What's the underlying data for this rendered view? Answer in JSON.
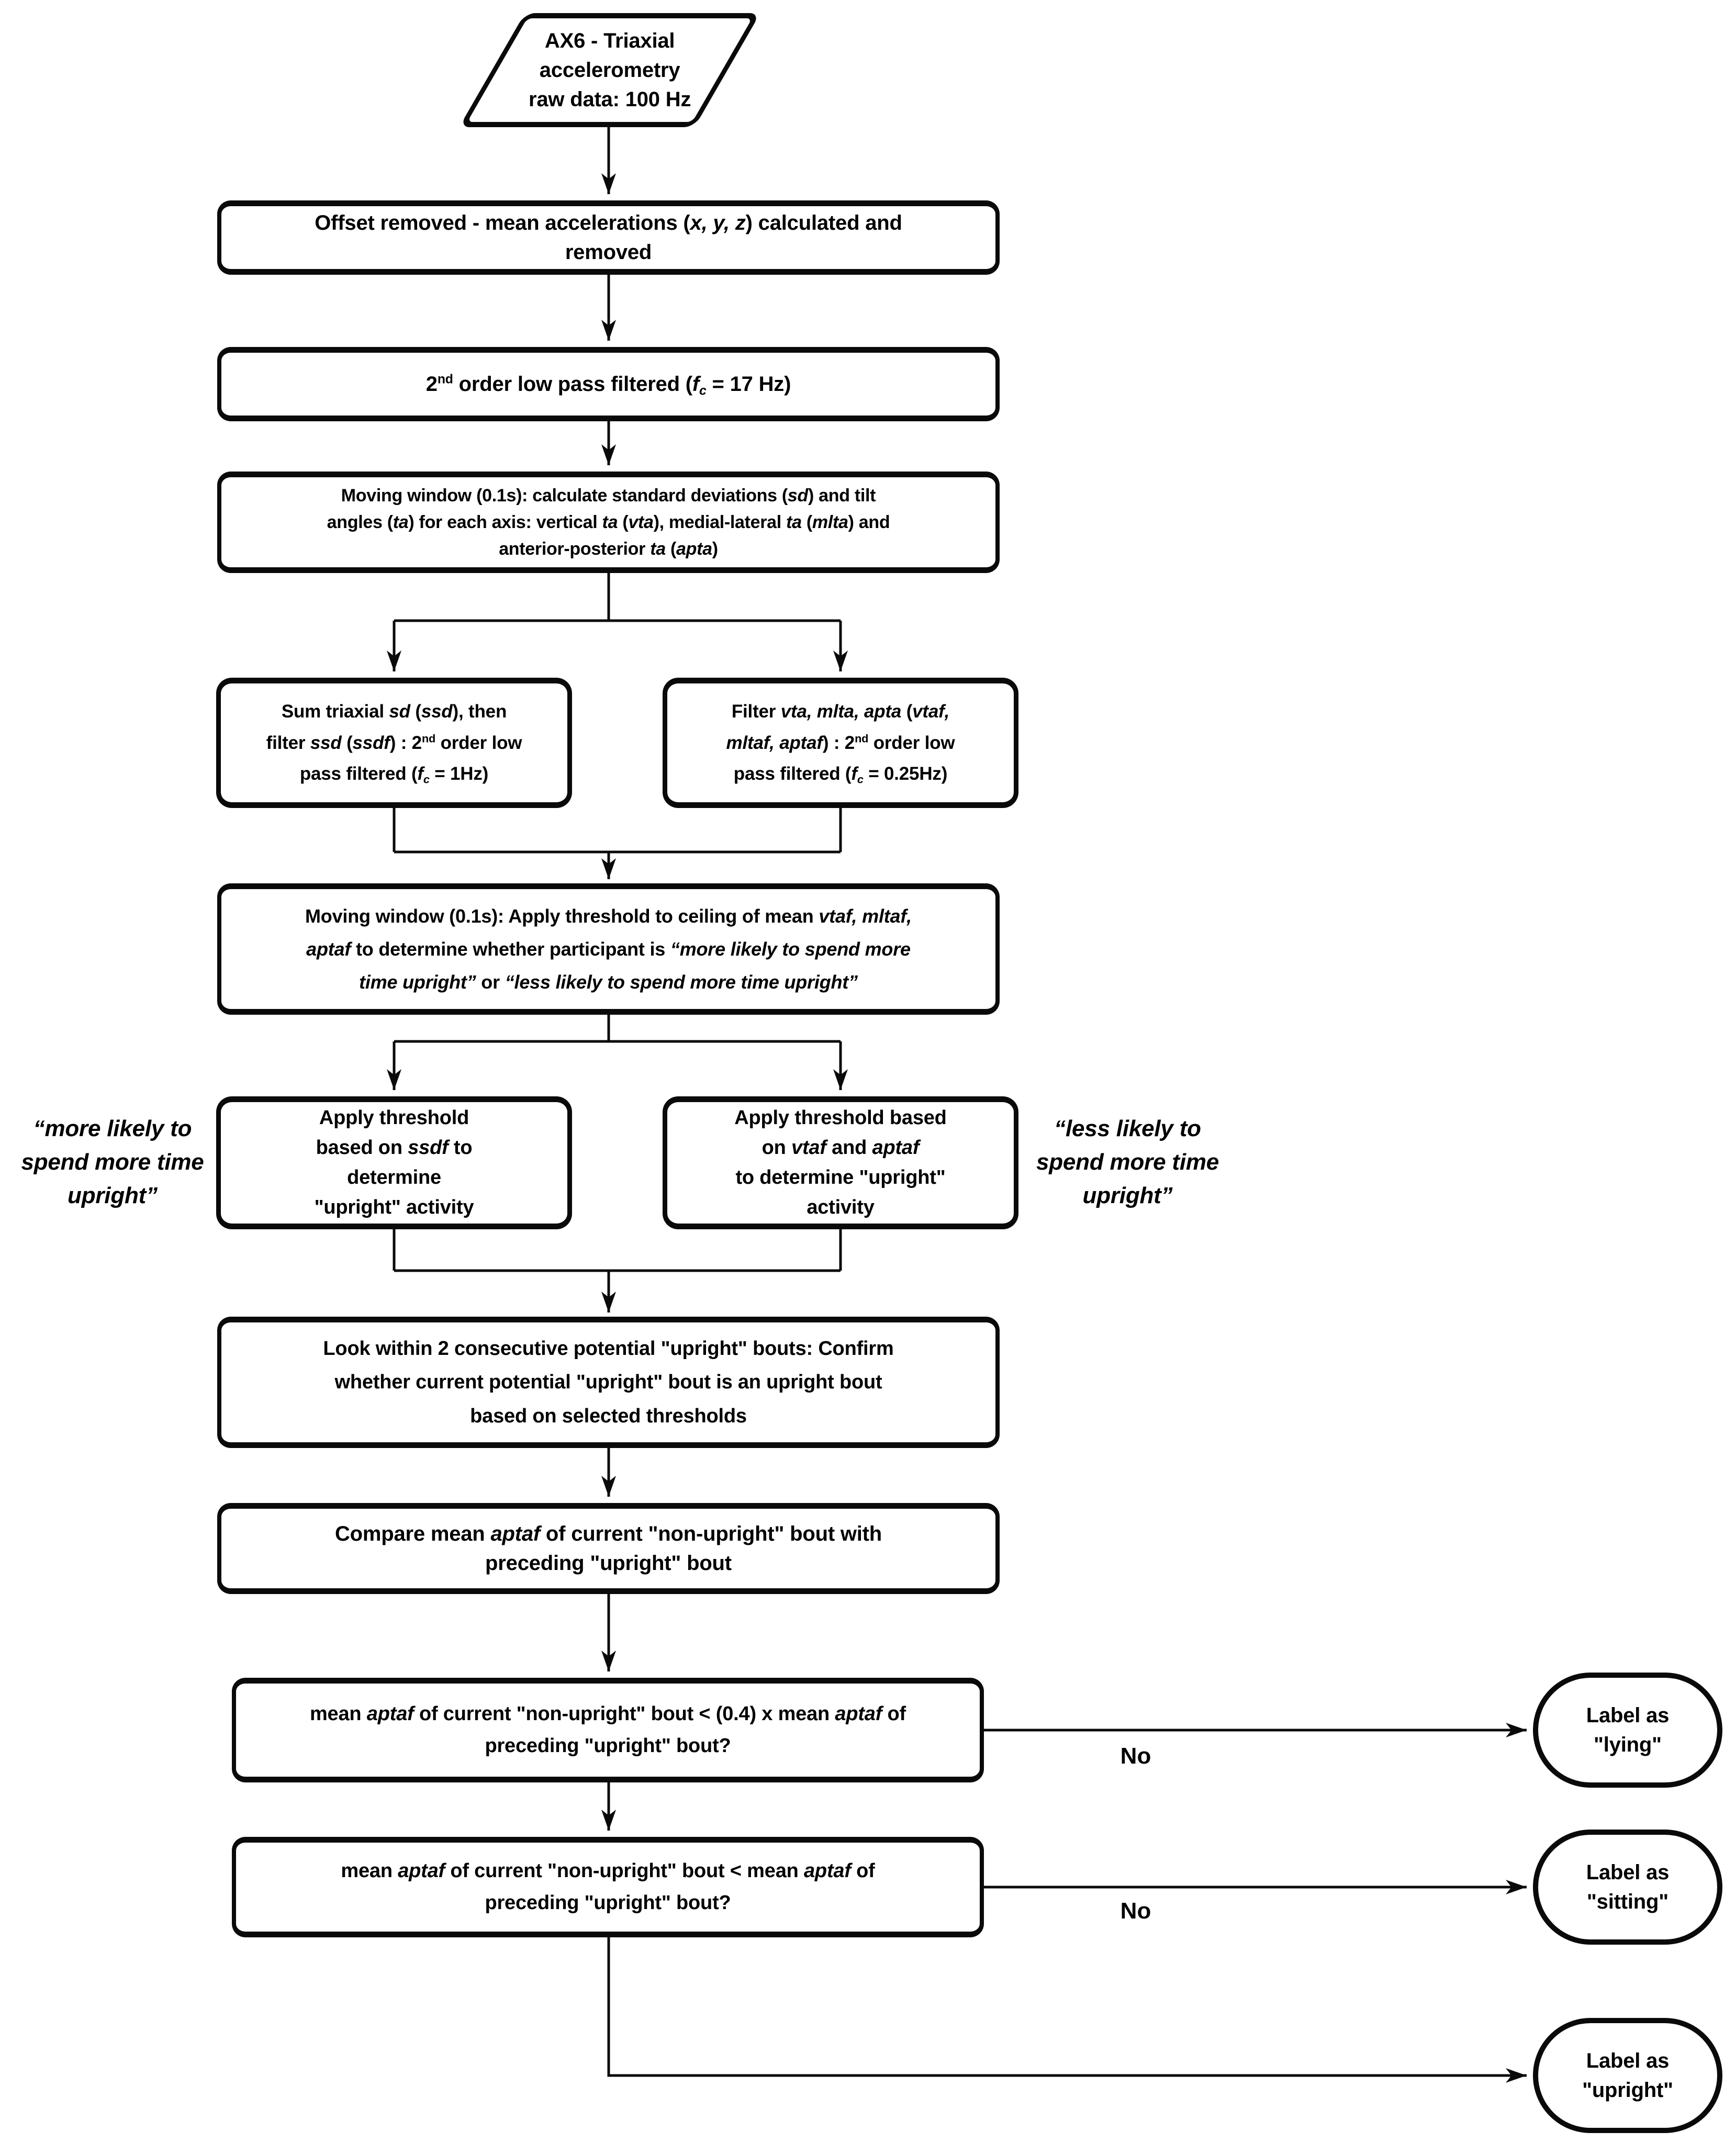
{
  "colors": {
    "ink": "#000000",
    "background": "#ffffff"
  },
  "nodes": {
    "start": {
      "segments": [
        {
          "t": "AX6 - Triaxial"
        },
        {
          "br": true
        },
        {
          "t": "accelerometry"
        },
        {
          "br": true
        },
        {
          "t": "raw data: 100 Hz"
        }
      ]
    },
    "offset_removed": {
      "segments": [
        {
          "t": "Offset removed - mean accelerations ("
        },
        {
          "t": "x, y, z",
          "s": "i"
        },
        {
          "t": ") calculated and"
        },
        {
          "br": true
        },
        {
          "t": "removed"
        }
      ]
    },
    "low_pass_17": {
      "segments": [
        {
          "t": "2"
        },
        {
          "t": "nd",
          "s": "sup"
        },
        {
          "t": " order low pass filtered ("
        },
        {
          "t": "f",
          "s": "i"
        },
        {
          "t": "c",
          "s": "isub"
        },
        {
          "t": " = 17 Hz)"
        }
      ]
    },
    "moving_window_sd_ta": {
      "segments": [
        {
          "t": "Moving window (0.1s): calculate standard deviations ("
        },
        {
          "t": "sd",
          "s": "i"
        },
        {
          "t": ") and tilt"
        },
        {
          "br": true
        },
        {
          "t": "angles ("
        },
        {
          "t": "ta",
          "s": "i"
        },
        {
          "t": ") for each axis: vertical "
        },
        {
          "t": "ta",
          "s": "i"
        },
        {
          "t": " ("
        },
        {
          "t": "vta",
          "s": "i"
        },
        {
          "t": "), medial-lateral "
        },
        {
          "t": "ta",
          "s": "i"
        },
        {
          "t": " ("
        },
        {
          "t": "mlta",
          "s": "i"
        },
        {
          "t": ") and"
        },
        {
          "br": true
        },
        {
          "t": "anterior-posterior "
        },
        {
          "t": "ta",
          "s": "i"
        },
        {
          "t": " ("
        },
        {
          "t": "apta",
          "s": "i"
        },
        {
          "t": ")"
        }
      ]
    },
    "sum_ssd": {
      "segments": [
        {
          "t": "Sum triaxial "
        },
        {
          "t": "sd",
          "s": "i"
        },
        {
          "t": " ("
        },
        {
          "t": "ssd",
          "s": "i"
        },
        {
          "t": "), then"
        },
        {
          "br": true
        },
        {
          "t": "filter "
        },
        {
          "t": "ssd",
          "s": "i"
        },
        {
          "t": " ("
        },
        {
          "t": "ssdf",
          "s": "i"
        },
        {
          "t": ") : 2"
        },
        {
          "t": "nd",
          "s": "sup"
        },
        {
          "t": " order low"
        },
        {
          "br": true
        },
        {
          "t": "pass filtered ("
        },
        {
          "t": "f",
          "s": "i"
        },
        {
          "t": "c",
          "s": "isub"
        },
        {
          "t": " = 1Hz)"
        }
      ]
    },
    "filter_ta": {
      "segments": [
        {
          "t": "Filter "
        },
        {
          "t": "vta, mlta, apta",
          "s": "i"
        },
        {
          "t": " ("
        },
        {
          "t": "vtaf,",
          "s": "i"
        },
        {
          "br": true
        },
        {
          "t": "mltaf, aptaf",
          "s": "i"
        },
        {
          "t": ") : 2"
        },
        {
          "t": "nd",
          "s": "sup"
        },
        {
          "t": " order low"
        },
        {
          "br": true
        },
        {
          "t": "pass filtered ("
        },
        {
          "t": "f",
          "s": "i"
        },
        {
          "t": "c",
          "s": "isub"
        },
        {
          "t": " = 0.25Hz)"
        }
      ]
    },
    "moving_window_threshold": {
      "segments": [
        {
          "t": "Moving window (0.1s): Apply threshold to ceiling of mean "
        },
        {
          "t": "vtaf, mltaf,",
          "s": "i"
        },
        {
          "br": true
        },
        {
          "t": "aptaf",
          "s": "i"
        },
        {
          "t": " to determine whether participant is "
        },
        {
          "t": "“more likely to spend more",
          "s": "i"
        },
        {
          "br": true
        },
        {
          "t": "time upright”",
          "s": "i"
        },
        {
          "t": " or  "
        },
        {
          "t": "“less likely to spend more time upright”",
          "s": "i"
        }
      ]
    },
    "apply_ssdf": {
      "segments": [
        {
          "t": "Apply threshold"
        },
        {
          "br": true
        },
        {
          "t": "based on "
        },
        {
          "t": "ssdf",
          "s": "i"
        },
        {
          "t": " to"
        },
        {
          "br": true
        },
        {
          "t": "determine"
        },
        {
          "br": true
        },
        {
          "t": "\"upright\" activity"
        }
      ]
    },
    "apply_vtaf_aptaf": {
      "segments": [
        {
          "t": "Apply threshold based"
        },
        {
          "br": true
        },
        {
          "t": "on "
        },
        {
          "t": "vtaf",
          "s": "i"
        },
        {
          "t": " and "
        },
        {
          "t": "aptaf",
          "s": "i"
        },
        {
          "br": true
        },
        {
          "t": "to determine \"upright\""
        },
        {
          "br": true
        },
        {
          "t": "activity"
        }
      ]
    },
    "side_more_likely": {
      "segments": [
        {
          "t": "“more likely to"
        },
        {
          "br": true
        },
        {
          "t": "spend more time"
        },
        {
          "br": true
        },
        {
          "t": "upright”"
        }
      ]
    },
    "side_less_likely": {
      "segments": [
        {
          "t": "“less likely to"
        },
        {
          "br": true
        },
        {
          "t": "spend more time"
        },
        {
          "br": true
        },
        {
          "t": "upright”"
        }
      ]
    },
    "confirm_bouts": {
      "segments": [
        {
          "t": "Look within 2 consecutive potential \"upright\" bouts: Confirm"
        },
        {
          "br": true
        },
        {
          "t": "whether current potential \"upright\" bout is an upright bout"
        },
        {
          "br": true
        },
        {
          "t": "based on selected thresholds"
        }
      ]
    },
    "compare_aptaf": {
      "segments": [
        {
          "t": "Compare mean "
        },
        {
          "t": "aptaf",
          "s": "i"
        },
        {
          "t": " of current \"non-upright\" bout with"
        },
        {
          "br": true
        },
        {
          "t": "preceding \"upright\" bout"
        }
      ]
    },
    "decision_04x": {
      "segments": [
        {
          "t": "mean "
        },
        {
          "t": "aptaf",
          "s": "i"
        },
        {
          "t": " of current \"non-upright\" bout < (0.4) x  mean "
        },
        {
          "t": "aptaf",
          "s": "i"
        },
        {
          "t": " of"
        },
        {
          "br": true
        },
        {
          "t": "preceding \"upright\" bout?"
        }
      ]
    },
    "decision_mean": {
      "segments": [
        {
          "t": "mean "
        },
        {
          "t": "aptaf",
          "s": "i"
        },
        {
          "t": " of current \"non-upright\" bout < mean "
        },
        {
          "t": "aptaf",
          "s": "i"
        },
        {
          "t": " of"
        },
        {
          "br": true
        },
        {
          "t": "preceding \"upright\" bout?"
        }
      ]
    },
    "label_lying": {
      "segments": [
        {
          "t": "Label as"
        },
        {
          "br": true
        },
        {
          "t": "\"lying\""
        }
      ]
    },
    "label_sitting": {
      "segments": [
        {
          "t": "Label as"
        },
        {
          "br": true
        },
        {
          "t": "\"sitting\""
        }
      ]
    },
    "label_upright": {
      "segments": [
        {
          "t": "Label as"
        },
        {
          "br": true
        },
        {
          "t": "\"upright\""
        }
      ]
    }
  },
  "edges": {
    "no_lying": "No",
    "no_sitting": "No"
  }
}
